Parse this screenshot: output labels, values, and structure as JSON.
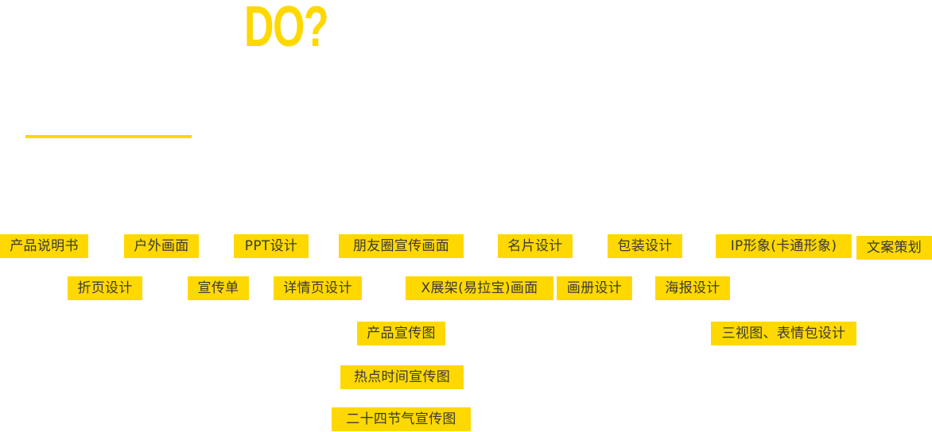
{
  "colors": {
    "accent": "#FFD800",
    "tag_text": "#3a3a3a",
    "background": "#ffffff"
  },
  "headline": "DO?",
  "services": [
    "产品说明书",
    "户外画面",
    "PPT设计",
    "朋友圈宣传画面",
    "名片设计",
    "包装设计",
    "IP形象(卡通形象)",
    "文案策划",
    "折页设计",
    "宣传单",
    "详情页设计",
    "X展架(易拉宝)画面",
    "画册设计",
    "海报设计",
    "产品宣传图",
    "三视图、表情包设计",
    "热点时间宣传图",
    "二十四节气宣传图"
  ]
}
